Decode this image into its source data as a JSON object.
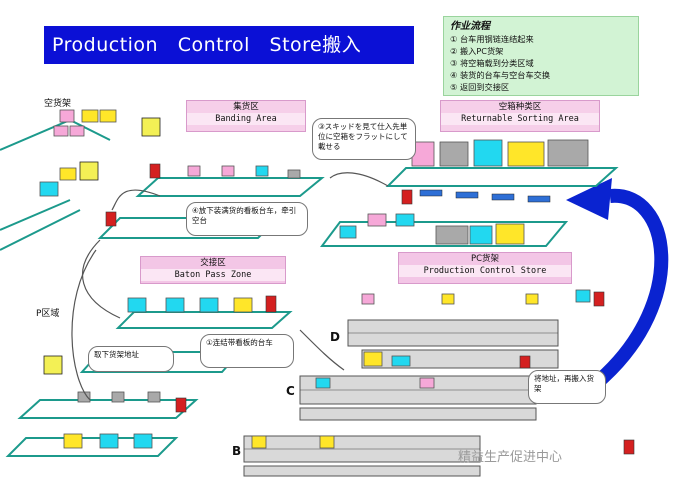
{
  "title": "Production   Control   Store搬入",
  "workflow": {
    "heading": "作业流程",
    "steps": [
      "①  台车用钢链连结起来",
      "②  搬入PC货架",
      "③  将空箱载到分类区域",
      "④  装货的台车与空台车交换",
      "⑤  返回到交接区"
    ]
  },
  "zones": {
    "banding": {
      "cn": "集货区",
      "en": "Banding  Area"
    },
    "returnable": {
      "cn": "空箱种类区",
      "en": "Returnable  Sorting  Area"
    },
    "baton": {
      "cn": "交接区",
      "en": "Baton  Pass  Zone"
    },
    "pcstore": {
      "cn": "PC货架",
      "en": "Production  Control  Store"
    }
  },
  "labels": {
    "empty_rack": "空货架",
    "p_zone": "P区域",
    "row_d": "D",
    "row_c": "C",
    "row_b": "B"
  },
  "notes": {
    "skid": "③スキッドを見て仕入先単位に空箱をフラットにして載せる",
    "unload": "④放下装满货的看板台车，",
    "unload_tail": "牵引空台",
    "chain": "①连结带看板的台车",
    "address": "将地址，再搬入货架",
    "partial": "取下货架地址"
  },
  "watermark": "精益生产促进中心",
  "colors": {
    "title_bg": "#0b10d6",
    "flow_bg": "#d2f3d4",
    "zone_bg": "#f3c6e6",
    "conveyor": "#1c9a8c",
    "arrow": "#0a23d0",
    "cyan": "#22d8f0",
    "yellow": "#ffe629",
    "pink": "#f6a8d8",
    "blue": "#2e6fd6",
    "gray": "#a9a9a9"
  }
}
